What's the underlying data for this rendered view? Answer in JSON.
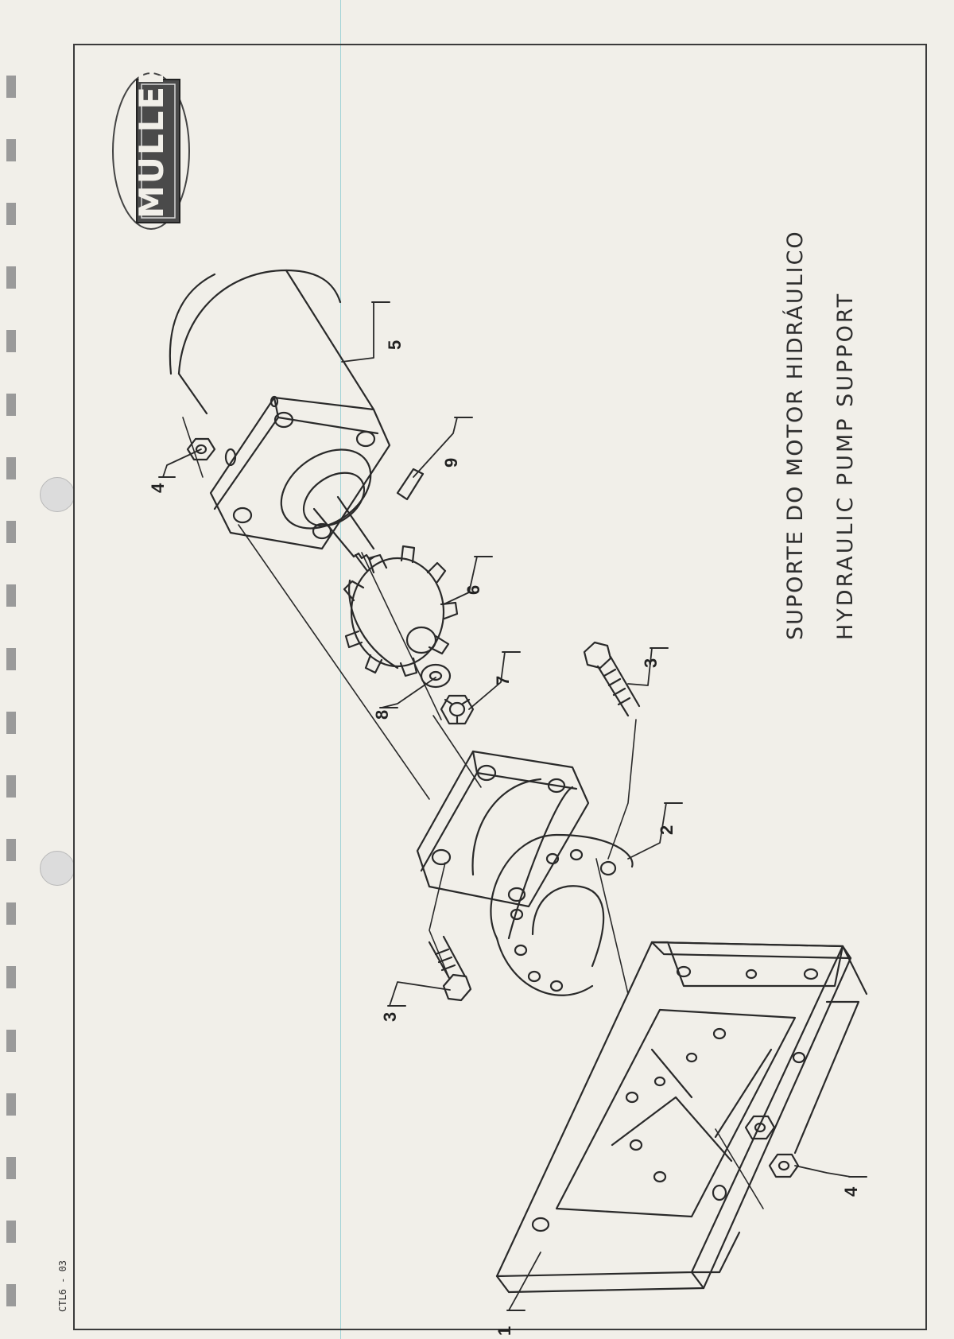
{
  "document": {
    "title_pt": "SUPORTE DO MOTOR HIDRÁULICO",
    "title_en": "HYDRAULIC PUMP SUPPORT",
    "sheet_code": "CTL6 - 03",
    "logo_text": "MULLER"
  },
  "callouts": {
    "c1": "1",
    "c2": "2",
    "c3a": "3",
    "c3b": "3",
    "c4a": "4",
    "c4b": "4",
    "c5": "5",
    "c6": "6",
    "c7": "7",
    "c8": "8",
    "c9": "9"
  }
}
